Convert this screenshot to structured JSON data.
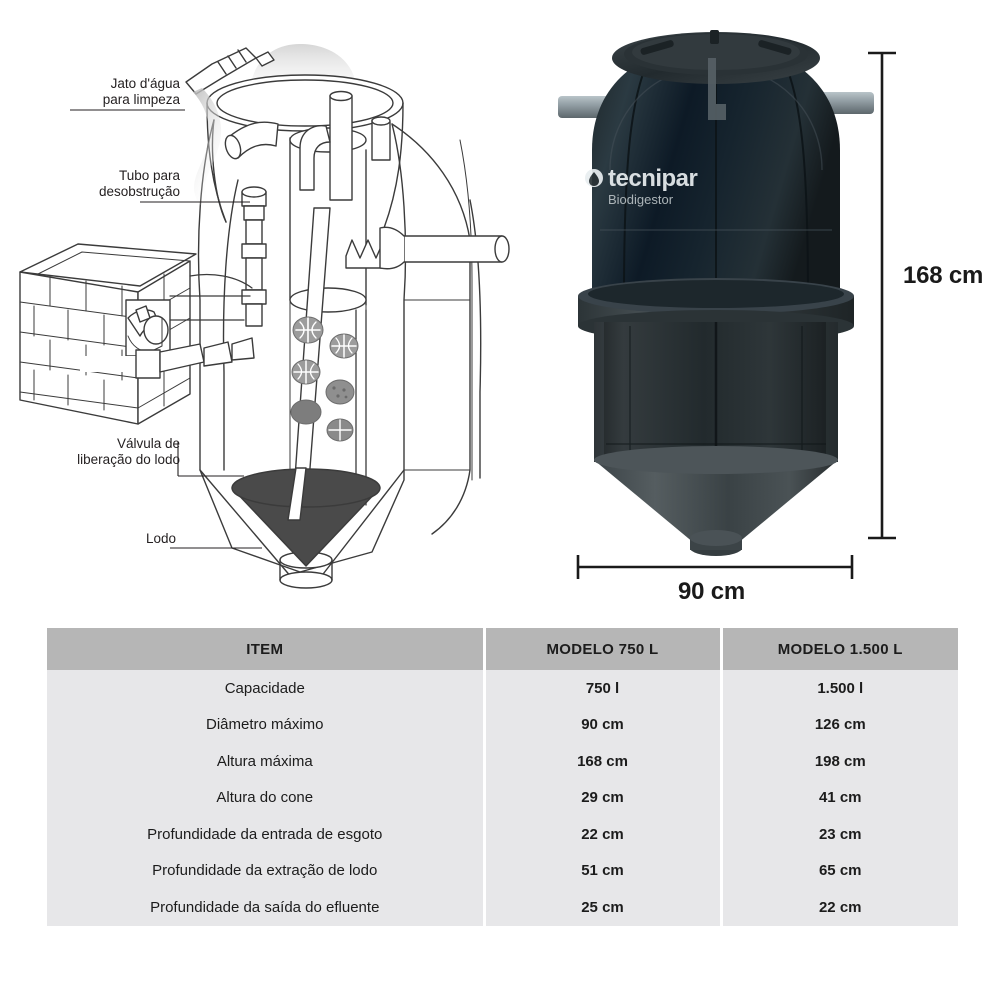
{
  "diagram": {
    "title": "biodigestor-cutaway-diagram",
    "callouts": [
      {
        "id": "jato",
        "label": "Jato d'água\npara limpeza"
      },
      {
        "id": "tubo",
        "label": "Tubo para\ndesobstrução"
      },
      {
        "id": "valvula",
        "label": "Válvula de\nliberação do lodo"
      },
      {
        "id": "lodo",
        "label": "Lodo"
      }
    ]
  },
  "product": {
    "brand": "tecnipar",
    "product_line": "Biodigestor",
    "height_dimension": "168 cm",
    "width_dimension": "90 cm"
  },
  "table": {
    "headers": [
      "ITEM",
      "MODELO 750 L",
      "MODELO 1.500 L"
    ],
    "rows": [
      {
        "item": "Capacidade",
        "m750": "750 l",
        "m1500": "1.500 l"
      },
      {
        "item": "Diâmetro máximo",
        "m750": "90 cm",
        "m1500": "126 cm"
      },
      {
        "item": "Altura máxima",
        "m750": "168 cm",
        "m1500": "198 cm"
      },
      {
        "item": "Altura do cone",
        "m750": "29 cm",
        "m1500": "41 cm"
      },
      {
        "item": "Profundidade da entrada de esgoto",
        "m750": "22 cm",
        "m1500": "23 cm"
      },
      {
        "item": "Profundidade da extração de lodo",
        "m750": "51 cm",
        "m1500": "65 cm"
      },
      {
        "item": "Profundidade da saída do efluente",
        "m750": "25 cm",
        "m1500": "22 cm"
      }
    ]
  },
  "colors": {
    "header_bg": "#b6b6b6",
    "row_bg": "#e7e7e9",
    "separator": "#ffffff",
    "text": "#1c1c1c",
    "sludge": "#4a4a4a",
    "tank_body": "#2b2f31",
    "page_bg": "#ffffff"
  }
}
